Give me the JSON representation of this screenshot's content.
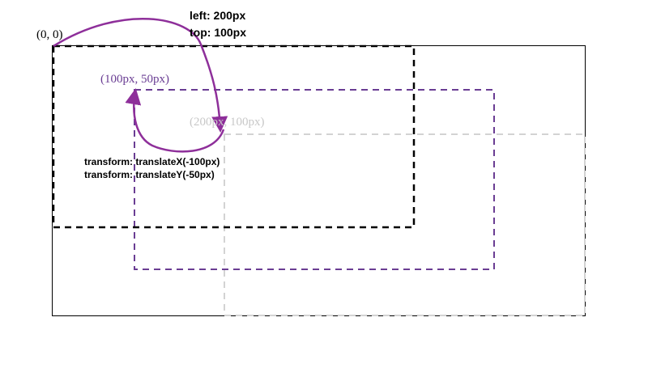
{
  "labels": {
    "origin": "(0, 0)",
    "translated_corner": "(100px, 50px)",
    "positioned_corner": "(200px, 100px)",
    "left_label": "left: 200px",
    "top_label": "top: 100px",
    "transform_x_label": "transform: translateX(-100px)",
    "transform_y_label": "transform: translateY(-50px)"
  },
  "colors": {
    "container_border": "#000000",
    "black_box": "#000000",
    "purple_box": "#6a3d93",
    "gray_box": "#d3d3d3",
    "arrow": "#8e2f9a",
    "purple_text": "#6a3d93",
    "gray_text": "#c8c8c8",
    "text": "#000000"
  }
}
